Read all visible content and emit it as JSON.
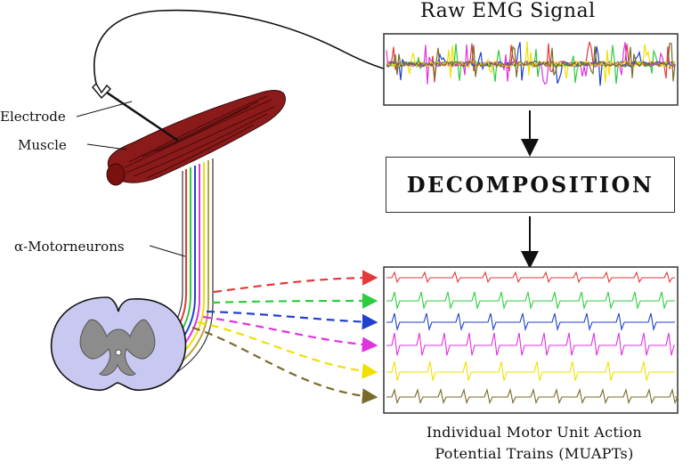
{
  "raw_title": "Raw EMG Signal",
  "labels": {
    "electrode": "Electrode",
    "muscle": "Muscle",
    "motorneurons": "α-Motorneurons"
  },
  "decomposition_label": "DECOMPOSITION",
  "caption": {
    "line1": "Individual Motor Unit Action",
    "line2": "Potential Trains (MUAPTs)"
  },
  "colors": {
    "muscle": "#8b1a1a",
    "spinal_gray": "#8c8c8c",
    "spinal_outline": "#c8c8ee",
    "trains": [
      "#e23a3a",
      "#2ecc40",
      "#2040d0",
      "#e033e0",
      "#f0e000",
      "#7a6a2a"
    ]
  }
}
